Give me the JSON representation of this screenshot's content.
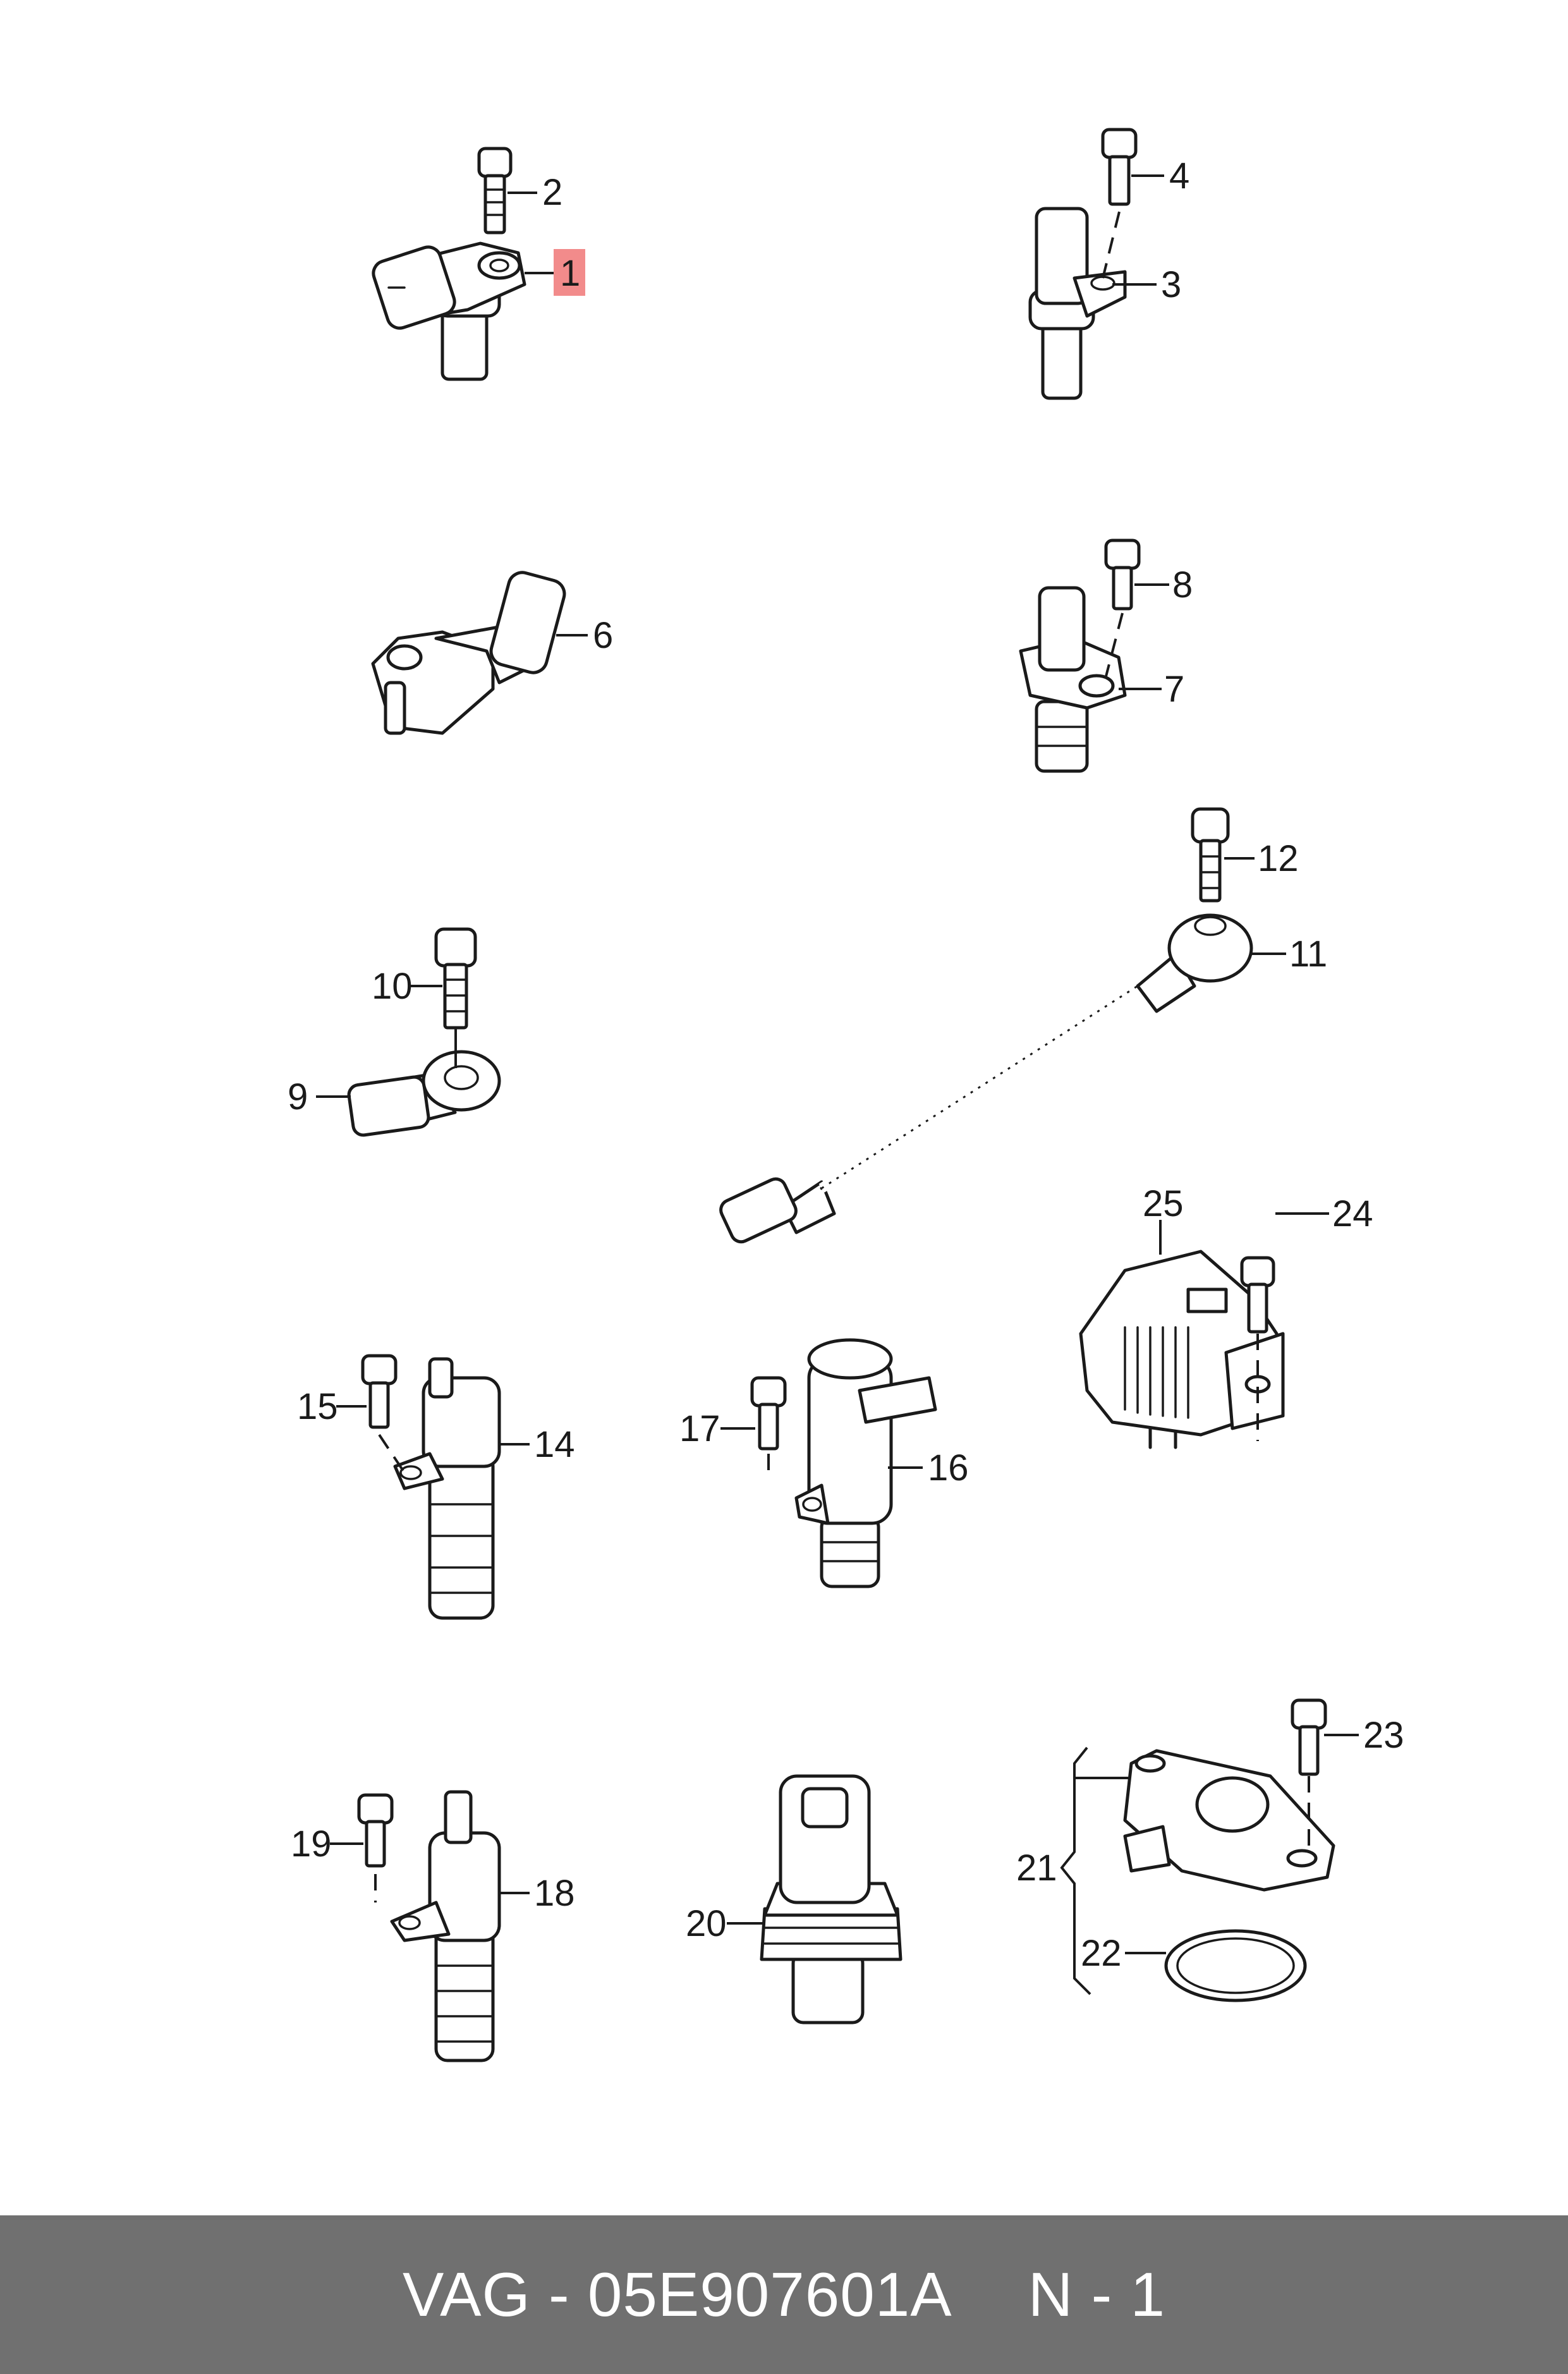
{
  "diagram": {
    "highlight_color": "#f28b8b",
    "callouts": [
      {
        "id": "c1",
        "label": "1",
        "highlighted": true
      },
      {
        "id": "c2",
        "label": "2"
      },
      {
        "id": "c3",
        "label": "3"
      },
      {
        "id": "c4",
        "label": "4"
      },
      {
        "id": "c6",
        "label": "6"
      },
      {
        "id": "c7",
        "label": "7"
      },
      {
        "id": "c8",
        "label": "8"
      },
      {
        "id": "c9",
        "label": "9"
      },
      {
        "id": "c10",
        "label": "10"
      },
      {
        "id": "c11",
        "label": "11"
      },
      {
        "id": "c12",
        "label": "12"
      },
      {
        "id": "c14",
        "label": "14"
      },
      {
        "id": "c15",
        "label": "15"
      },
      {
        "id": "c16",
        "label": "16"
      },
      {
        "id": "c17",
        "label": "17"
      },
      {
        "id": "c18",
        "label": "18"
      },
      {
        "id": "c19",
        "label": "19"
      },
      {
        "id": "c20",
        "label": "20"
      },
      {
        "id": "c21",
        "label": "21"
      },
      {
        "id": "c22",
        "label": "22"
      },
      {
        "id": "c23",
        "label": "23"
      },
      {
        "id": "c24",
        "label": "24"
      },
      {
        "id": "c25",
        "label": "25"
      }
    ]
  },
  "footer": {
    "background": "#707070",
    "part_number": "VAG - 05E907601A",
    "page_ref": "N - 1"
  }
}
